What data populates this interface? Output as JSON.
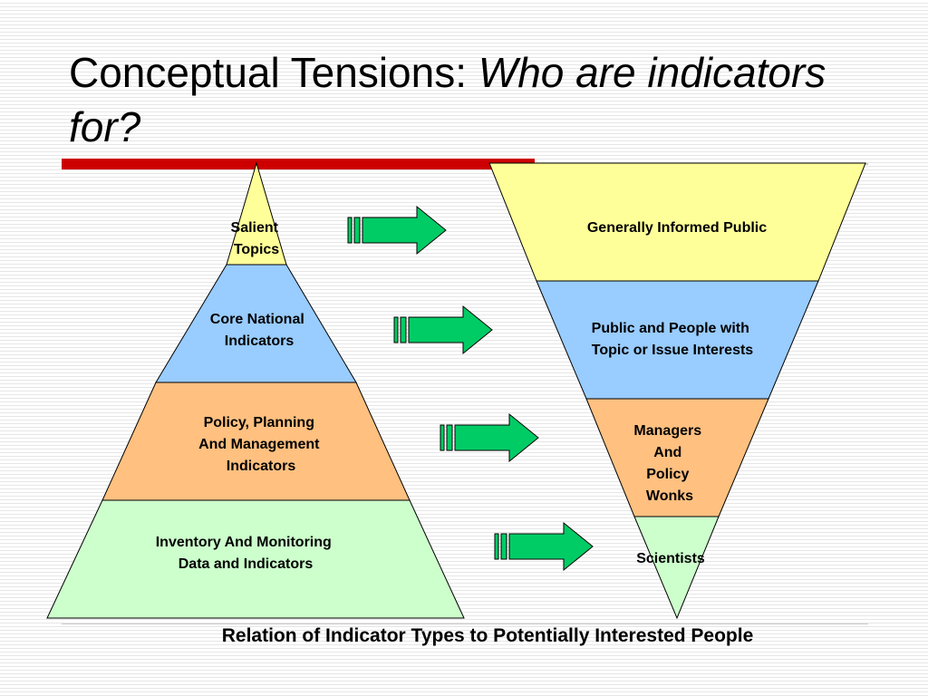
{
  "title": {
    "text_plain": "Conceptual Tensions: ",
    "text_italic": "Who are indicators for?"
  },
  "pyramid": {
    "levels": [
      {
        "label_lines": [
          "Salient",
          "Topics"
        ],
        "color": "#ffff99"
      },
      {
        "label_lines": [
          "Core National",
          "Indicators"
        ],
        "color": "#99ccff"
      },
      {
        "label_lines": [
          "Policy, Planning",
          "And Management",
          "Indicators"
        ],
        "color": "#ffc080"
      },
      {
        "label_lines": [
          "Inventory And Monitoring",
          "Data and Indicators"
        ],
        "color": "#ccffcc"
      }
    ]
  },
  "inverted_pyramid": {
    "levels": [
      {
        "label_lines": [
          "Generally Informed Public"
        ],
        "color": "#ffff99"
      },
      {
        "label_lines": [
          "Public and People with",
          "Topic or Issue Interests"
        ],
        "color": "#99ccff"
      },
      {
        "label_lines": [
          "Managers",
          "And",
          "Policy",
          "Wonks"
        ],
        "color": "#ffc080"
      },
      {
        "label_lines": [
          "Scientists"
        ],
        "color": "#ccffcc"
      }
    ]
  },
  "arrow_color": "#00cc66",
  "caption": "Relation of Indicator Types to Potentially Interested People"
}
